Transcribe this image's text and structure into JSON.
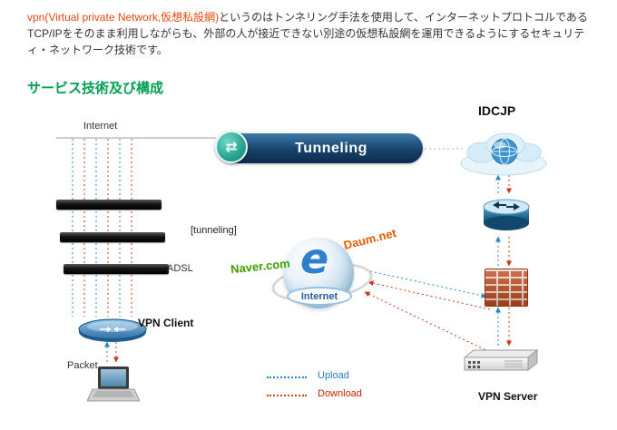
{
  "intro": {
    "highlight": "vpn(Virtual private Network,仮想私設網)",
    "body": "というのはトンネリング手法を使用して、インターネットプロトコルであるTCP/IPをそのまま利用しながらも、外部の人が接近できない別途の仮想私設網を運用できるようにするセキュリティ・ネットワーク技術です。"
  },
  "section_title": "サービス技術及び構成",
  "diagram": {
    "internet_line_label": "Internet",
    "tunneling_banner_label": "Tunneling",
    "tunneling_bracket_label": "[tunneling]",
    "adsl_label": "ADSL",
    "idcjp_label": "IDCJP",
    "vpn_client_label": "VPN Client",
    "packet_label": "Packet",
    "vpn_server_label": "VPN Server",
    "globe_letter": "e",
    "globe_label": "Internet",
    "naver_label": "Naver.com",
    "daum_label": "Daum.net",
    "legend": {
      "upload_label": "Upload",
      "download_label": "Download"
    },
    "icons": {
      "tunneling_arrows": "⇄"
    }
  },
  "colors": {
    "upload_blue": "#2e86c1",
    "download_orange": "#cc3b0f",
    "heading_green": "#00a052",
    "highlight_orange": "#e8490f"
  }
}
